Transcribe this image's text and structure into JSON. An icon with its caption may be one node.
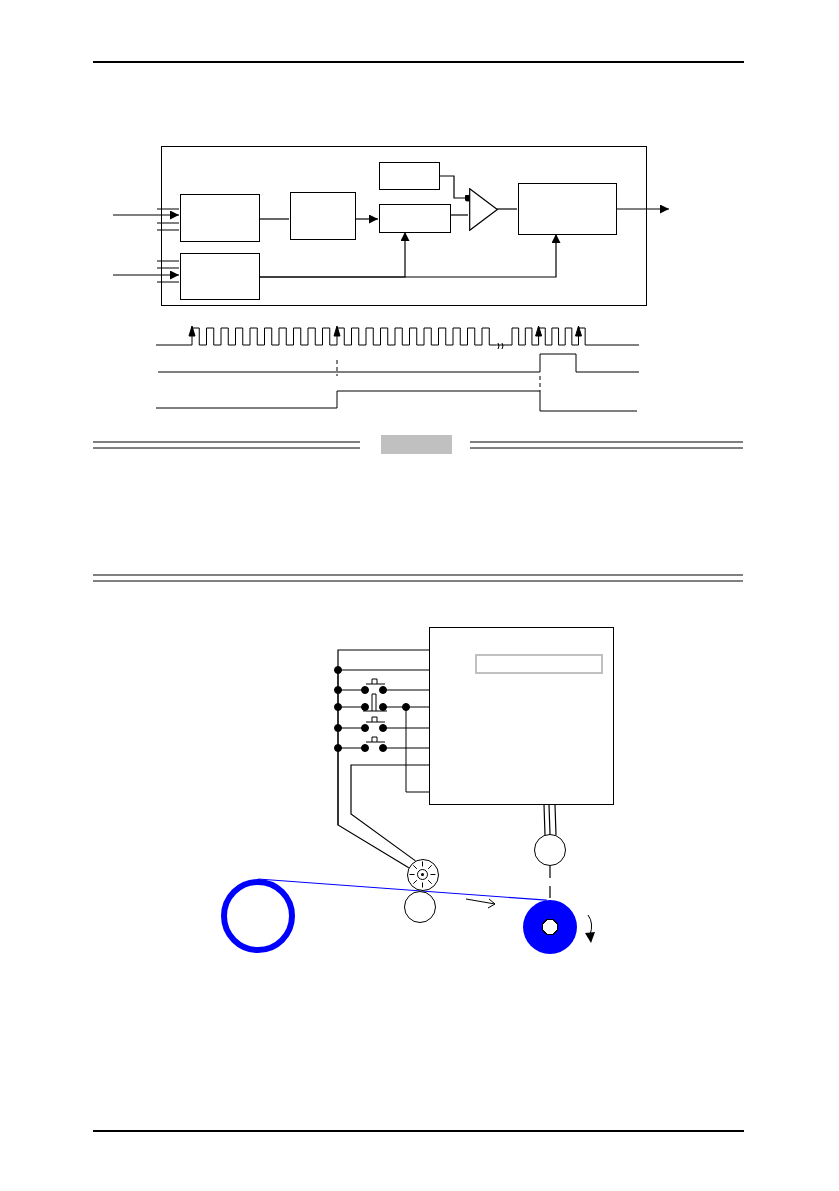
{
  "diagram": {
    "nodes": [
      {
        "text": [],
        "shape": "box"
      },
      {
        "text": [],
        "shape": "box",
        "in": 0
      },
      {
        "text": [],
        "shape": "box",
        "in": 0
      },
      {
        "text": [],
        "shape": "box",
        "in": 0
      },
      {
        "text": [],
        "shape": "box",
        "in": 0
      },
      {
        "text": [],
        "shape": "box",
        "in": 0
      },
      {
        "text": [],
        "shape": "triangle",
        "in": 0
      },
      {
        "text": [],
        "shape": "box",
        "in": 0
      },
      {
        "text": [],
        "shape": "box"
      },
      {
        "text": [],
        "shape": "box",
        "in": 8
      },
      {
        "text": [],
        "shape": "circle"
      },
      {
        "text": [],
        "shape": "circle"
      },
      {
        "text": [],
        "shape": "circle"
      },
      {
        "text": [],
        "shape": "circle"
      },
      {
        "text": [],
        "shape": "circle"
      }
    ],
    "edges": [
      {
        "from": null,
        "to": 1,
        "arrow": "to"
      },
      {
        "from": null,
        "to": 2,
        "arrow": "to"
      },
      {
        "from": 1,
        "to": 3,
        "arrow": "none"
      },
      {
        "from": 3,
        "to": 5,
        "arrow": "to"
      },
      {
        "from": 4,
        "to": 6,
        "arrow": "other"
      },
      {
        "from": 5,
        "to": 6,
        "arrow": "none"
      },
      {
        "from": 6,
        "to": 7,
        "arrow": "none"
      },
      {
        "from": 2,
        "to": 5,
        "arrow": "to"
      },
      {
        "from": 2,
        "to": 7,
        "arrow": "to"
      },
      {
        "from": 7,
        "to": null,
        "arrow": "to"
      },
      {
        "from": 8,
        "to": 10,
        "arrow": "none"
      },
      {
        "from": 10,
        "to": 14,
        "arrow": "none",
        "style": "dashed"
      },
      {
        "from": 8,
        "to": 12,
        "arrow": "none"
      },
      {
        "from": 8,
        "to": 12,
        "arrow": "none"
      },
      {
        "from": 11,
        "to": 14,
        "arrow": "none",
        "color": "#0000ff"
      }
    ]
  }
}
